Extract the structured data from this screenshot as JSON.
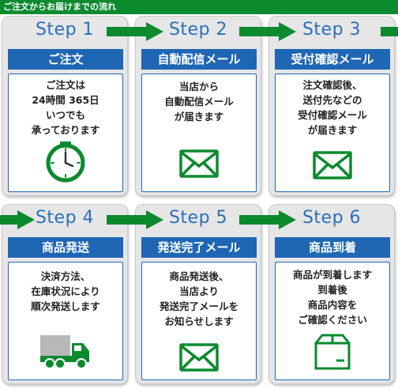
{
  "header": {
    "title": "ご注文からお届けまでの流れ"
  },
  "steps": [
    {
      "step": "Step 1",
      "title": "ご注文",
      "lines": [
        "ご注文は",
        "24時間 365日",
        "いつでも",
        "承っております"
      ],
      "icon": "clock-icon"
    },
    {
      "step": "Step 2",
      "title": "自動配信メール",
      "lines": [
        "当店から",
        "自動配信メール",
        "が届きます"
      ],
      "icon": "mail-icon"
    },
    {
      "step": "Step 3",
      "title": "受付確認メール",
      "lines": [
        "注文確認後、",
        "送付先などの",
        "受付確認メール",
        "が届きます"
      ],
      "icon": "mail-icon"
    },
    {
      "step": "Step 4",
      "title": "商品発送",
      "lines": [
        "決済方法、",
        "在庫状況により",
        "順次発送します"
      ],
      "icon": "truck-icon"
    },
    {
      "step": "Step 5",
      "title": "発送完了メール",
      "lines": [
        "商品発送後、",
        "当店より",
        "発送完了メールを",
        "お知らせします"
      ],
      "icon": "mail-icon"
    },
    {
      "step": "Step 6",
      "title": "商品到着",
      "lines": [
        "商品が到着します",
        "到着後",
        "商品内容を",
        "ご確認ください"
      ],
      "icon": "box-icon"
    }
  ],
  "colors": {
    "green": "#0b8a2e",
    "blue": "#1f67b4",
    "step_text": "#2b6fb8",
    "card_bg": "#e6e6e6"
  }
}
